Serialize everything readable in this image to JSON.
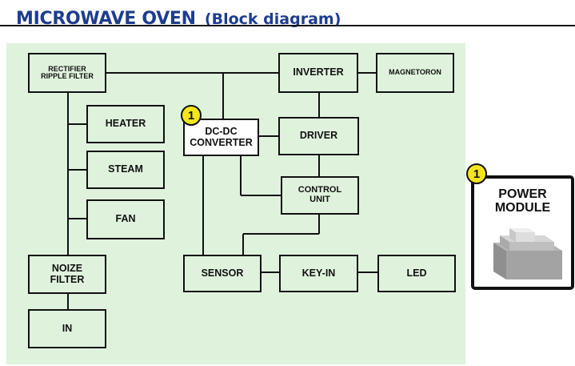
{
  "header": {
    "title_main": "MICROWAVE OVEN",
    "title_sub": "(Block diagram)"
  },
  "blocks": {
    "rectifier": "RECTIFIER\nRIPPLE FILTER",
    "inverter": "INVERTER",
    "magnetron": "MAGNETORON",
    "heater": "HEATER",
    "steam": "STEAM",
    "fan": "FAN",
    "noise_filter": "NOIZE\nFILTER",
    "in": "IN",
    "dcdc": "DC-DC\nCONVERTER",
    "driver": "DRIVER",
    "control_unit": "CONTROL\nUNIT",
    "sensor": "SENSOR",
    "key_in": "KEY-IN",
    "led": "LED"
  },
  "badges": {
    "dcdc": "1",
    "power_module": "1"
  },
  "power_module": {
    "label": "POWER\nMODULE"
  },
  "colors": {
    "title": "#1d3d8f",
    "panel": "#dff3dc",
    "badge": "#f5e61c"
  }
}
